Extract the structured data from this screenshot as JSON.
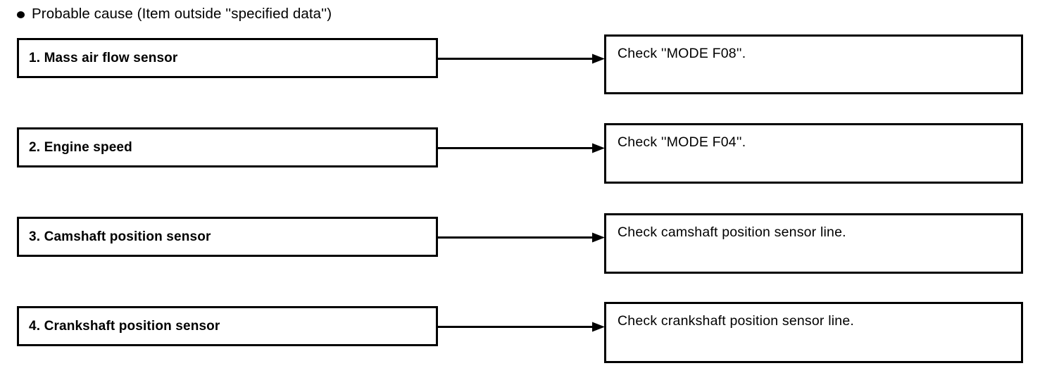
{
  "heading": {
    "bullet_icon": "filled-dot-icon",
    "text": "Probable cause (Item outside ''specified data'')"
  },
  "rows": [
    {
      "cause": "1. Mass air flow sensor",
      "action": "Check ''MODE F08''.",
      "arrow_icon": "right-arrow-icon"
    },
    {
      "cause": "2. Engine speed",
      "action": "Check ''MODE F04''.",
      "arrow_icon": "right-arrow-icon"
    },
    {
      "cause": "3. Camshaft position sensor",
      "action": "Check camshaft position sensor line.",
      "arrow_icon": "right-arrow-icon"
    },
    {
      "cause": "4. Crankshaft position sensor",
      "action": "Check crankshaft position sensor line.",
      "arrow_icon": "right-arrow-icon"
    }
  ],
  "colors": {
    "ink": "#000000",
    "paper": "#ffffff"
  }
}
